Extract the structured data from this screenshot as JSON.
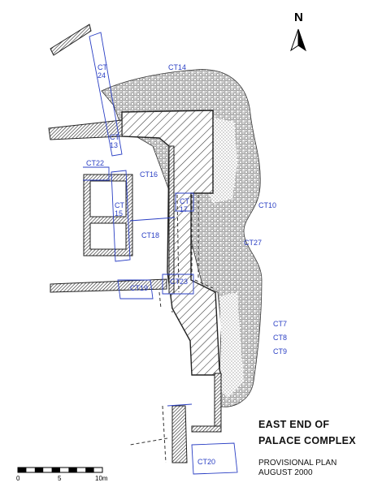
{
  "north": {
    "letter": "N"
  },
  "title": {
    "line1": "EAST END OF",
    "line2": "PALACE COMPLEX",
    "sub1": "PROVISIONAL PLAN",
    "sub2": "AUGUST 2000"
  },
  "scale": {
    "ticks": [
      "0",
      "5",
      "10m"
    ]
  },
  "trenches": [
    {
      "id": "ct24",
      "lines": [
        "CT",
        "24"
      ]
    },
    {
      "id": "ct14",
      "lines": [
        "CT14"
      ]
    },
    {
      "id": "ct13",
      "lines": [
        "CT",
        "13"
      ]
    },
    {
      "id": "ct22",
      "lines": [
        "CT22"
      ]
    },
    {
      "id": "ct16",
      "lines": [
        "CT16"
      ]
    },
    {
      "id": "ct15",
      "lines": [
        "CT",
        "15"
      ]
    },
    {
      "id": "ct17",
      "lines": [
        "CT",
        "17"
      ]
    },
    {
      "id": "ct10",
      "lines": [
        "CT10"
      ]
    },
    {
      "id": "ct18",
      "lines": [
        "CT18"
      ]
    },
    {
      "id": "ct27",
      "lines": [
        "CT27"
      ]
    },
    {
      "id": "ct19",
      "lines": [
        "CT19"
      ]
    },
    {
      "id": "ct23",
      "lines": [
        "CT23"
      ]
    },
    {
      "id": "ct7",
      "lines": [
        "CT7"
      ]
    },
    {
      "id": "ct8",
      "lines": [
        "CT8"
      ]
    },
    {
      "id": "ct9",
      "lines": [
        "CT9"
      ]
    },
    {
      "id": "ct20",
      "lines": [
        "CT20"
      ]
    }
  ],
  "colors": {
    "trench_lines": "#2a3fc4",
    "walls": "#222222",
    "rubble_fill": "#d6d6d6"
  }
}
